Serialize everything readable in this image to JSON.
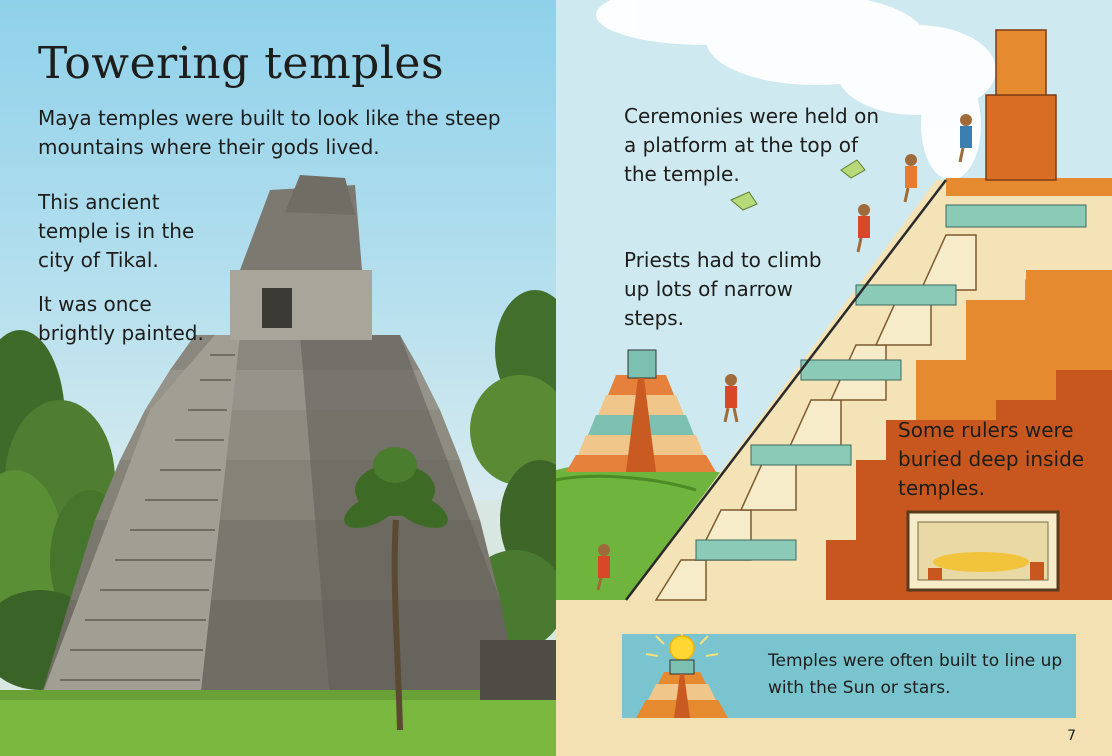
{
  "left_page": {
    "title": "Towering temples",
    "lead": "Maya temples were built to look like the steep mountains where their gods lived.",
    "caption_location": "This ancient temple is in the city of Tikal.",
    "caption_painted": "It was once brightly painted."
  },
  "right_page": {
    "ceremonies": "Ceremonies were held on a platform at the top of the temple.",
    "priests": "Priests had to climb up lots of narrow steps.",
    "rulers": "Some rulers were buried deep inside temples.",
    "sun_box": "Temples were often built to line up with the Sun or stars.",
    "page_number": "7"
  },
  "colors": {
    "sky": "#8fd1ea",
    "grass": "#7bb840",
    "stone": "#8c8a80",
    "terracotta": "#c8561f",
    "orange": "#e58a2e",
    "cream": "#f3e3b6",
    "teal_box": "#79c4cf"
  }
}
